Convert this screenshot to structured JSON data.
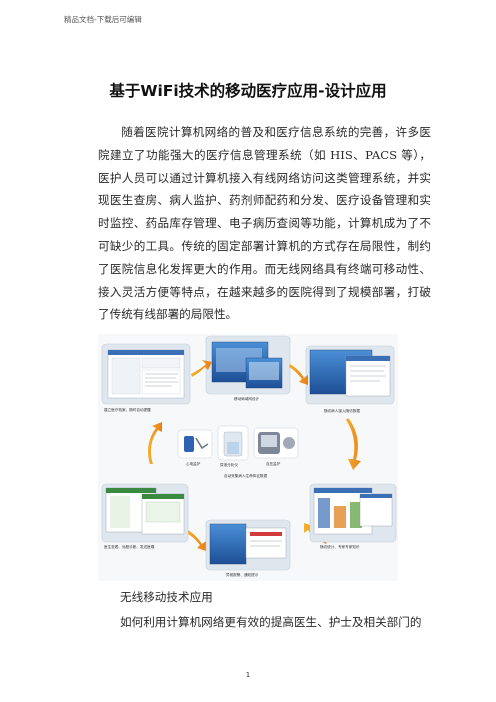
{
  "header": "精品文档-下载后可编辑",
  "title": "基于WiFi技术的移动医疗应用-设计应用",
  "paragraph": "随着医院计算机网络的普及和医疗信息系统的完善，许多医院建立了功能强大的医疗信息管理系统（如 HIS、PACS 等），医护人员可以通过计算机接入有线网络访问这类管理系统，并实现医生查房、病人监护、药剂师配药和分发、医疗设备管理和实时监控、药品库存管理、电子病历查阅等功能，计算机成为了不可缺少的工具。传统的固定部署计算机的方式存在局限性，制约了医院信息化发挥更大的作用。而无线网络具有终端可移动性、接入灵活方便等特点，在越来越多的医院得到了规模部署，打破了传统有线部署的局限性。",
  "figure": {
    "captions": {
      "top": "移动局域网设计",
      "top_left": "建立医疗档案，随时自动提醒",
      "top_right": "随访病人接入随访数据",
      "device_1": "心电监护",
      "device_2": "尿液分析仪",
      "device_3": "血压监护",
      "center": "自动采集病人生命体征数据",
      "bottom_left": "医生查看、远程诊断、发送医嘱",
      "bottom_center": "异常报警、通知提示",
      "bottom_right": "随访统计、专家专家知识"
    }
  },
  "section_heading": "无线移动技术应用",
  "paragraph_2": "如何利用计算机网络更有效的提高医生、护士及相关部门的",
  "page_number": "1"
}
